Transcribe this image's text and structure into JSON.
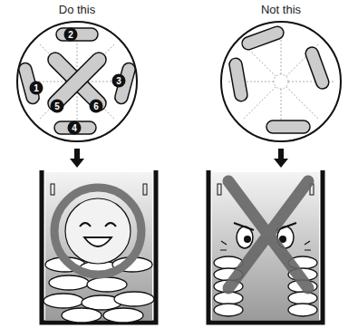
{
  "diagram": {
    "labels": [
      "Do this",
      "Not this",
      "1",
      "2",
      "3",
      "4",
      "5",
      "6"
    ]
  }
}
